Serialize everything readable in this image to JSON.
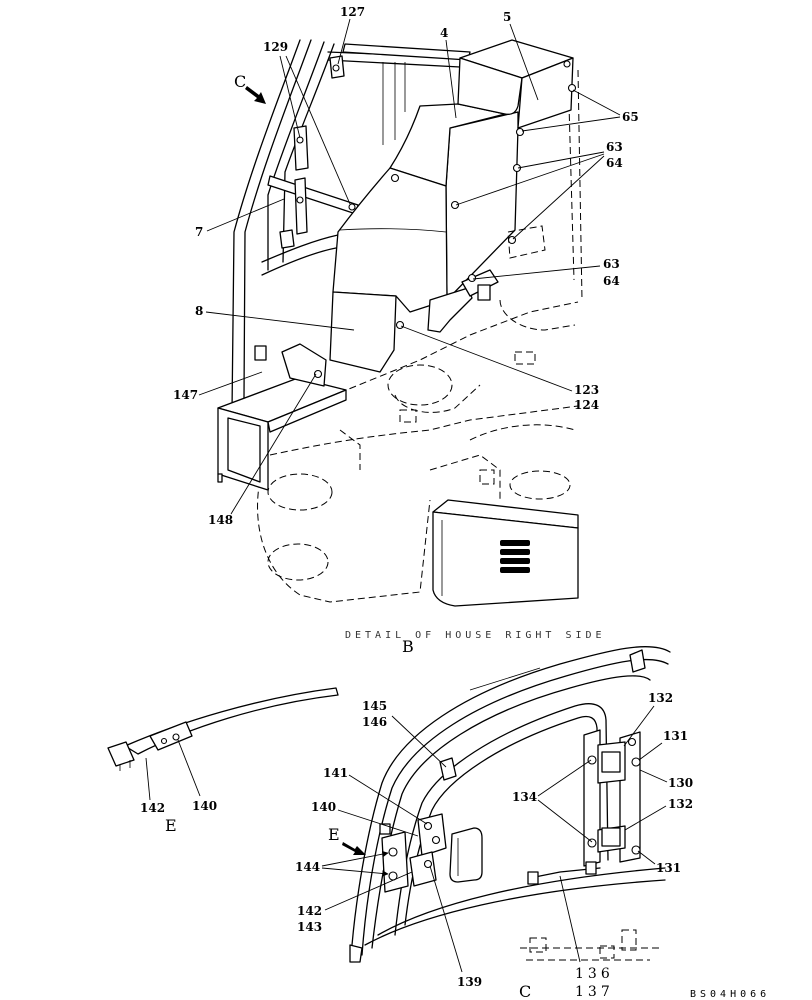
{
  "drawing": {
    "caption": "DETAIL OF HOUSE RIGHT SIDE",
    "view_b": "B",
    "view_c_arrow": "C",
    "view_c_label": "C",
    "view_e_arrow": "E",
    "view_e_label": "E",
    "drawing_code": "BS04H066"
  },
  "callouts": {
    "p127": "127",
    "p129": "129",
    "p4": "4",
    "p5": "5",
    "p65": "65",
    "p63_upper": "63",
    "p64_upper": "64",
    "p7": "7",
    "p63_lower": "63",
    "p64_lower": "64",
    "p8": "8",
    "p147": "147",
    "p123": "123",
    "p124": "124",
    "p148": "148",
    "p145": "145",
    "p146": "146",
    "p132_top": "132",
    "p131_top": "131",
    "p141": "141",
    "p130": "130",
    "p134": "134",
    "p140_main": "140",
    "p132_mid": "132",
    "p142_detail": "142",
    "p140_detail": "140",
    "p144": "144",
    "p131_bottom": "131",
    "p142_main": "142",
    "p143": "143",
    "p139": "139",
    "p136": "136",
    "p137": "137"
  }
}
